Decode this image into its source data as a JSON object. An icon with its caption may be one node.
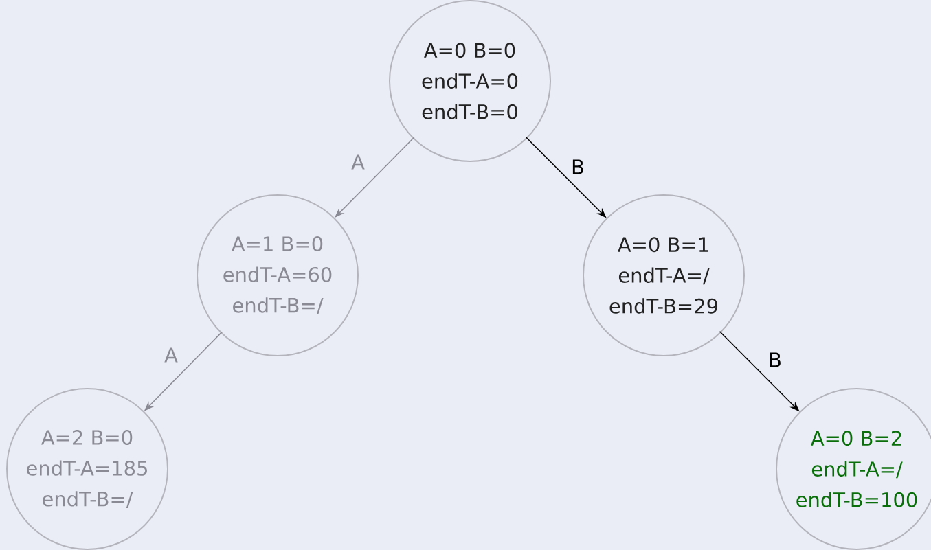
{
  "diagram": {
    "nodes": [
      {
        "text": [
          "A=0 B=0",
          "endT-A=0",
          "endT-B=0"
        ]
      },
      {
        "text": [
          "A=1 B=0",
          "endT-A=60",
          "endT-B=/"
        ]
      },
      {
        "text": [
          "A=0 B=1",
          "endT-A=/",
          "endT-B=29"
        ]
      },
      {
        "text": [
          "A=2 B=0",
          "endT-A=185",
          "endT-B=/"
        ]
      },
      {
        "text": [
          "A=0 B=2",
          "endT-A=/",
          "endT-B=100"
        ]
      }
    ],
    "edges": [
      {
        "from": 0,
        "to": 1,
        "arrow": "to",
        "label": "A",
        "color": "#8a8a94"
      },
      {
        "from": 0,
        "to": 2,
        "arrow": "to",
        "label": "B",
        "color": "#000000"
      },
      {
        "from": 1,
        "to": 3,
        "arrow": "to",
        "label": "A",
        "color": "#8a8a94"
      },
      {
        "from": 2,
        "to": 4,
        "arrow": "to",
        "label": "B",
        "color": "#000000"
      }
    ]
  }
}
